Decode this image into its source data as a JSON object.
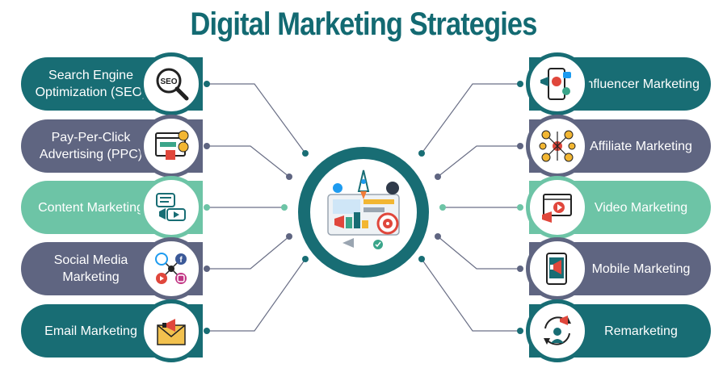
{
  "title": "Digital Marketing Strategies",
  "colors": {
    "teal": "#186d74",
    "slate": "#5f6581",
    "mint": "#6dc4a6",
    "title": "#136a72"
  },
  "left_items": [
    {
      "label": "Search Engine Optimization (SEO)",
      "icon": "seo-magnifier-icon",
      "color": "teal"
    },
    {
      "label": "Pay-Per-Click Advertising (PPC)",
      "icon": "ppc-browser-icon",
      "color": "slate"
    },
    {
      "label": "Content Marketing",
      "icon": "content-chat-icon",
      "color": "mint"
    },
    {
      "label": "Social Media Marketing",
      "icon": "social-network-icon",
      "color": "slate"
    },
    {
      "label": "Email Marketing",
      "icon": "email-megaphone-icon",
      "color": "teal"
    }
  ],
  "right_items": [
    {
      "label": "Influencer Marketing",
      "icon": "influencer-phone-icon",
      "color": "teal"
    },
    {
      "label": "Affiliate Marketing",
      "icon": "affiliate-network-icon",
      "color": "slate"
    },
    {
      "label": "Video Marketing",
      "icon": "video-play-icon",
      "color": "mint"
    },
    {
      "label": "Mobile Marketing",
      "icon": "mobile-megaphone-icon",
      "color": "slate"
    },
    {
      "label": "Remarketing",
      "icon": "remarketing-cycle-icon",
      "color": "teal"
    }
  ],
  "hub_icon": "marketing-rocket-illustration-icon"
}
